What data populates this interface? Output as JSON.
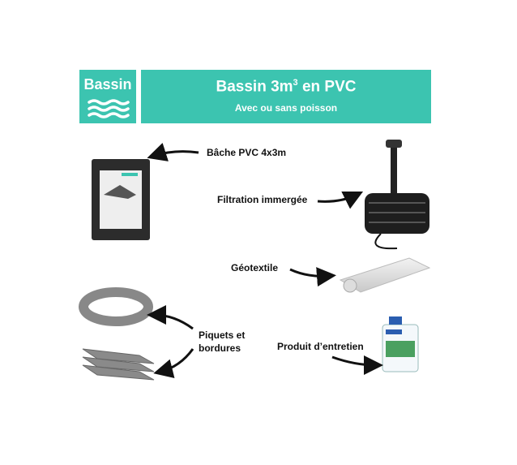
{
  "header": {
    "badge_label": "Bassin",
    "badge_icon": "waves-icon",
    "title": "Bassin 3m",
    "title_sup": "3",
    "title_suffix": " en PVC",
    "subtitle": "Avec ou sans poisson",
    "accent_color": "#3cc4b0"
  },
  "items": [
    {
      "label": "Bâche PVC 4x3m"
    },
    {
      "label": "Filtration immergée"
    },
    {
      "label": "Géotextile"
    },
    {
      "label_line1": "Piquets et",
      "label_line2": "bordures"
    },
    {
      "label": "Produit d’entretien"
    }
  ]
}
